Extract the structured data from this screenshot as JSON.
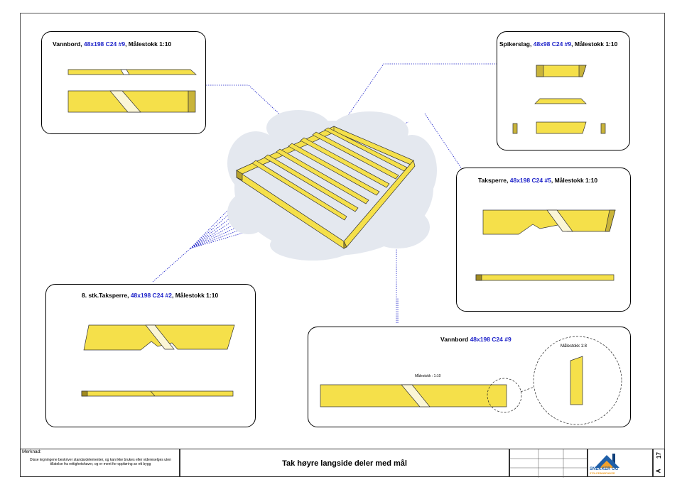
{
  "drawing_title": "Tak høyre langside deler med mål",
  "panels": {
    "vannbord_top": {
      "name": "Vannbord, ",
      "spec": "48x198 C24 #9",
      "scale": ", Målestokk 1:10"
    },
    "spikerslag": {
      "name": "Spikerslag, ",
      "spec": "48x98 C24 #9",
      "scale": ", Målestokk 1:10"
    },
    "taksperre": {
      "name": "Taksperre, ",
      "spec": "48x198 C24 #5",
      "scale": ", Målestokk 1:10"
    },
    "taksperre8": {
      "name": "8. stk.Taksperre, ",
      "spec": "48x198 C24 #2",
      "scale": ", Målestokk 1:10"
    },
    "vannbord_bottom": {
      "name": "Vannbord ",
      "spec": "48x198 C24 #9",
      "scale_left": "Målestokk : 1:10",
      "scale_detail": "Målestokk 1:8"
    }
  },
  "footer": {
    "remark_label": "Merknad:",
    "remark_text": "Disse tegningene beskriver standardelementer, og kan ikke brukes eller videreselges uten tillatelse fra rettighetshaver, og er ment for oppføring av ett bygg",
    "sheet_letter": "A",
    "sheet_number": "17",
    "logo_text_1": "SNEKKER OG",
    "logo_text_2": "STOLPEINNSPIKKER"
  },
  "colors": {
    "wood": "#f5e04a",
    "wood_dark": "#b8a22a",
    "line": "#1d22c9"
  }
}
